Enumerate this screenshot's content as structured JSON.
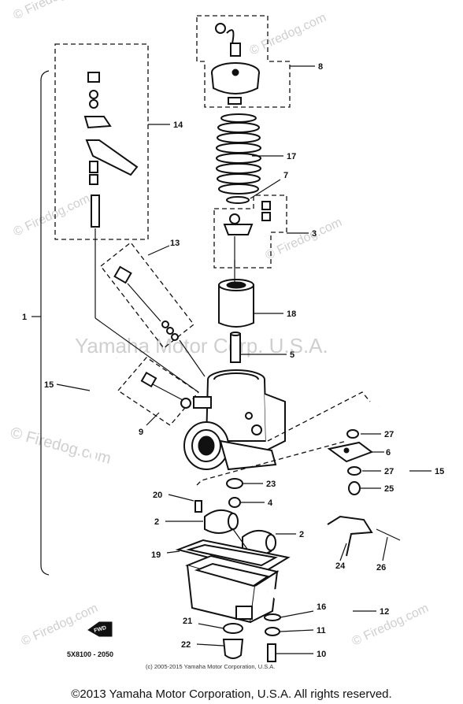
{
  "watermarks": {
    "center": "Yamaha Motor Corp. U.S.A.",
    "firedog": "© Firedog.com"
  },
  "fwd_label": "FWD",
  "drawing_code": "5X8100 - 2050",
  "small_copyright": "(c) 2005-2015 Yamaha Motor Corporation, U.S.A.",
  "footer": "©2013 Yamaha Motor Corporation, U.S.A. All rights reserved.",
  "callouts": {
    "c1": "1",
    "c2a": "2",
    "c2b": "2",
    "c3": "3",
    "c4": "4",
    "c5": "5",
    "c6": "6",
    "c7": "7",
    "c8": "8",
    "c9": "9",
    "c10": "10",
    "c11": "11",
    "c12": "12",
    "c13": "13",
    "c14": "14",
    "c15a": "15",
    "c15b": "15",
    "c16": "16",
    "c17": "17",
    "c18": "18",
    "c19": "19",
    "c20": "20",
    "c21": "21",
    "c22": "22",
    "c23": "23",
    "c24": "24",
    "c25": "25",
    "c26": "26",
    "c27a": "27",
    "c27b": "27"
  }
}
